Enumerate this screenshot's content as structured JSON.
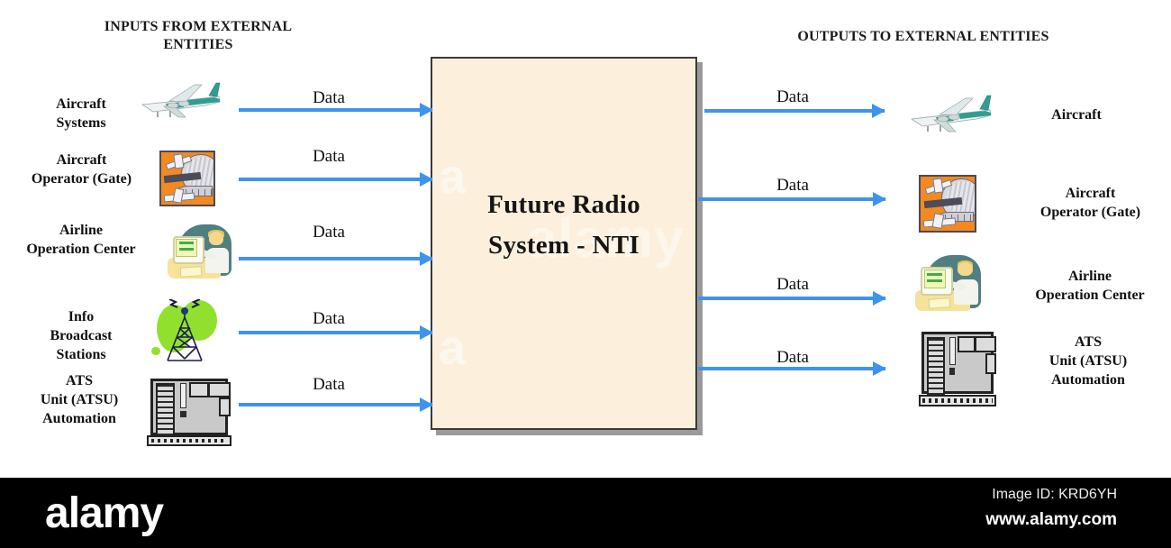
{
  "headers": {
    "inputs": "INPUTS FROM EXTERNAL ENTITIES",
    "outputs": "OUTPUTS TO EXTERNAL ENTITIES"
  },
  "core": {
    "title_line1": "Future Radio",
    "title_line2": "System - NTI",
    "fill_color": "#fcf0dc",
    "border_color": "#3a3a3a"
  },
  "flow_label": "Data",
  "arrow_color": "#3d93ee",
  "inputs": [
    {
      "label_lines": [
        "Aircraft",
        "Systems"
      ],
      "icon": "airplane-icon",
      "flow": "Data"
    },
    {
      "label_lines": [
        "Aircraft",
        "Operator (Gate)"
      ],
      "icon": "airport-gate-icon",
      "flow": "Data"
    },
    {
      "label_lines": [
        "Airline",
        "Operation Center"
      ],
      "icon": "operation-center-icon",
      "flow": "Data"
    },
    {
      "label_lines": [
        "Info",
        "Broadcast",
        "Stations"
      ],
      "icon": "broadcast-tower-icon",
      "flow": "Data"
    },
    {
      "label_lines": [
        "ATS",
        "Unit (ATSU)",
        "Automation"
      ],
      "icon": "automation-server-icon",
      "flow": "Data"
    }
  ],
  "outputs": [
    {
      "label_lines": [
        "Aircraft"
      ],
      "icon": "airplane-icon",
      "flow": "Data"
    },
    {
      "label_lines": [
        "Aircraft",
        "Operator (Gate)"
      ],
      "icon": "airport-gate-icon",
      "flow": "Data"
    },
    {
      "label_lines": [
        "Airline",
        "Operation Center"
      ],
      "icon": "operation-center-icon",
      "flow": "Data"
    },
    {
      "label_lines": [
        "ATS",
        "Unit (ATSU)",
        "Automation"
      ],
      "icon": "automation-server-icon",
      "flow": "Data"
    }
  ],
  "watermark": {
    "mark": "a",
    "mid": "alamy"
  },
  "footer": {
    "logo": "alamy",
    "image_id": "Image ID: KRD6YH",
    "url": "www.alamy.com"
  }
}
